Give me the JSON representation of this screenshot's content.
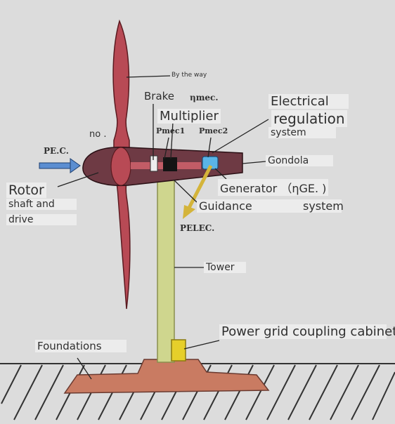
{
  "labels": {
    "by_the_way": "By the way",
    "brake": "Brake",
    "eta_mec": "ηmec.",
    "multiplier": "Multiplier",
    "p_mec1": "Pmec1",
    "p_mec2": "Pmec2",
    "electrical": "Electrical",
    "regulation": "regulation",
    "system_reg": "system",
    "no": "no .",
    "p_ec": "PE.C.",
    "gondola": "Gondola",
    "generator": "Generator （ηGE. )",
    "rotor": "Rotor",
    "shaft_and": "shaft and",
    "drive": "drive",
    "guidance": "Guidance",
    "system_guid": "system",
    "p_elec": "PELEC.",
    "tower": "Tower",
    "power_grid": "Power grid coupling cabinet",
    "foundations": "Foundations"
  },
  "colors": {
    "background": "#dcdcdc",
    "blade": "#b84a55",
    "nacelle": "#6e3a44",
    "tower": "#cfd68e",
    "cabinet": "#e6cf2a",
    "foundation": "#c97b62",
    "power_arrow": "#5b8ed1",
    "generator_arrow": "#d4b43a"
  }
}
